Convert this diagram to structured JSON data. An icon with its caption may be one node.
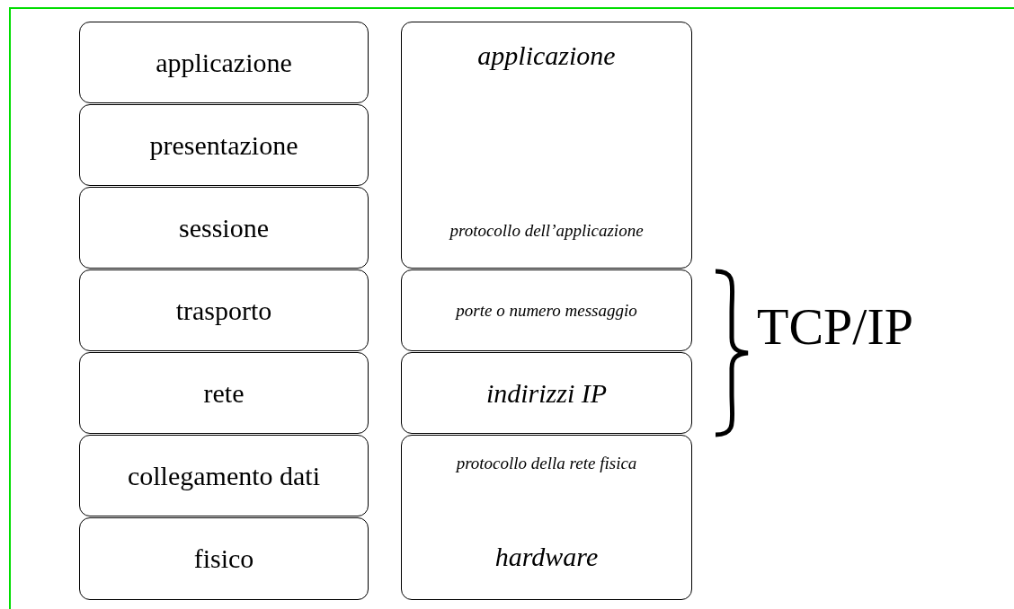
{
  "diagram": {
    "nodes": [
      {
        "text": [
          "applicazione"
        ]
      },
      {
        "text": [
          "presentazione"
        ]
      },
      {
        "text": [
          "sessione"
        ]
      },
      {
        "text": [
          "trasporto"
        ]
      },
      {
        "text": [
          "rete"
        ]
      },
      {
        "text": [
          "collegamento dati"
        ]
      },
      {
        "text": [
          "fisico"
        ]
      },
      {
        "text": [
          "applicazione",
          "protocollo dell’applicazione"
        ]
      },
      {
        "text": [
          "porte o numero messaggio"
        ]
      },
      {
        "text": [
          "indirizzi IP"
        ]
      },
      {
        "text": [
          "protocollo della rete fisica",
          "hardware"
        ]
      }
    ],
    "edges": [],
    "labels": [
      "TCP/IP"
    ]
  }
}
